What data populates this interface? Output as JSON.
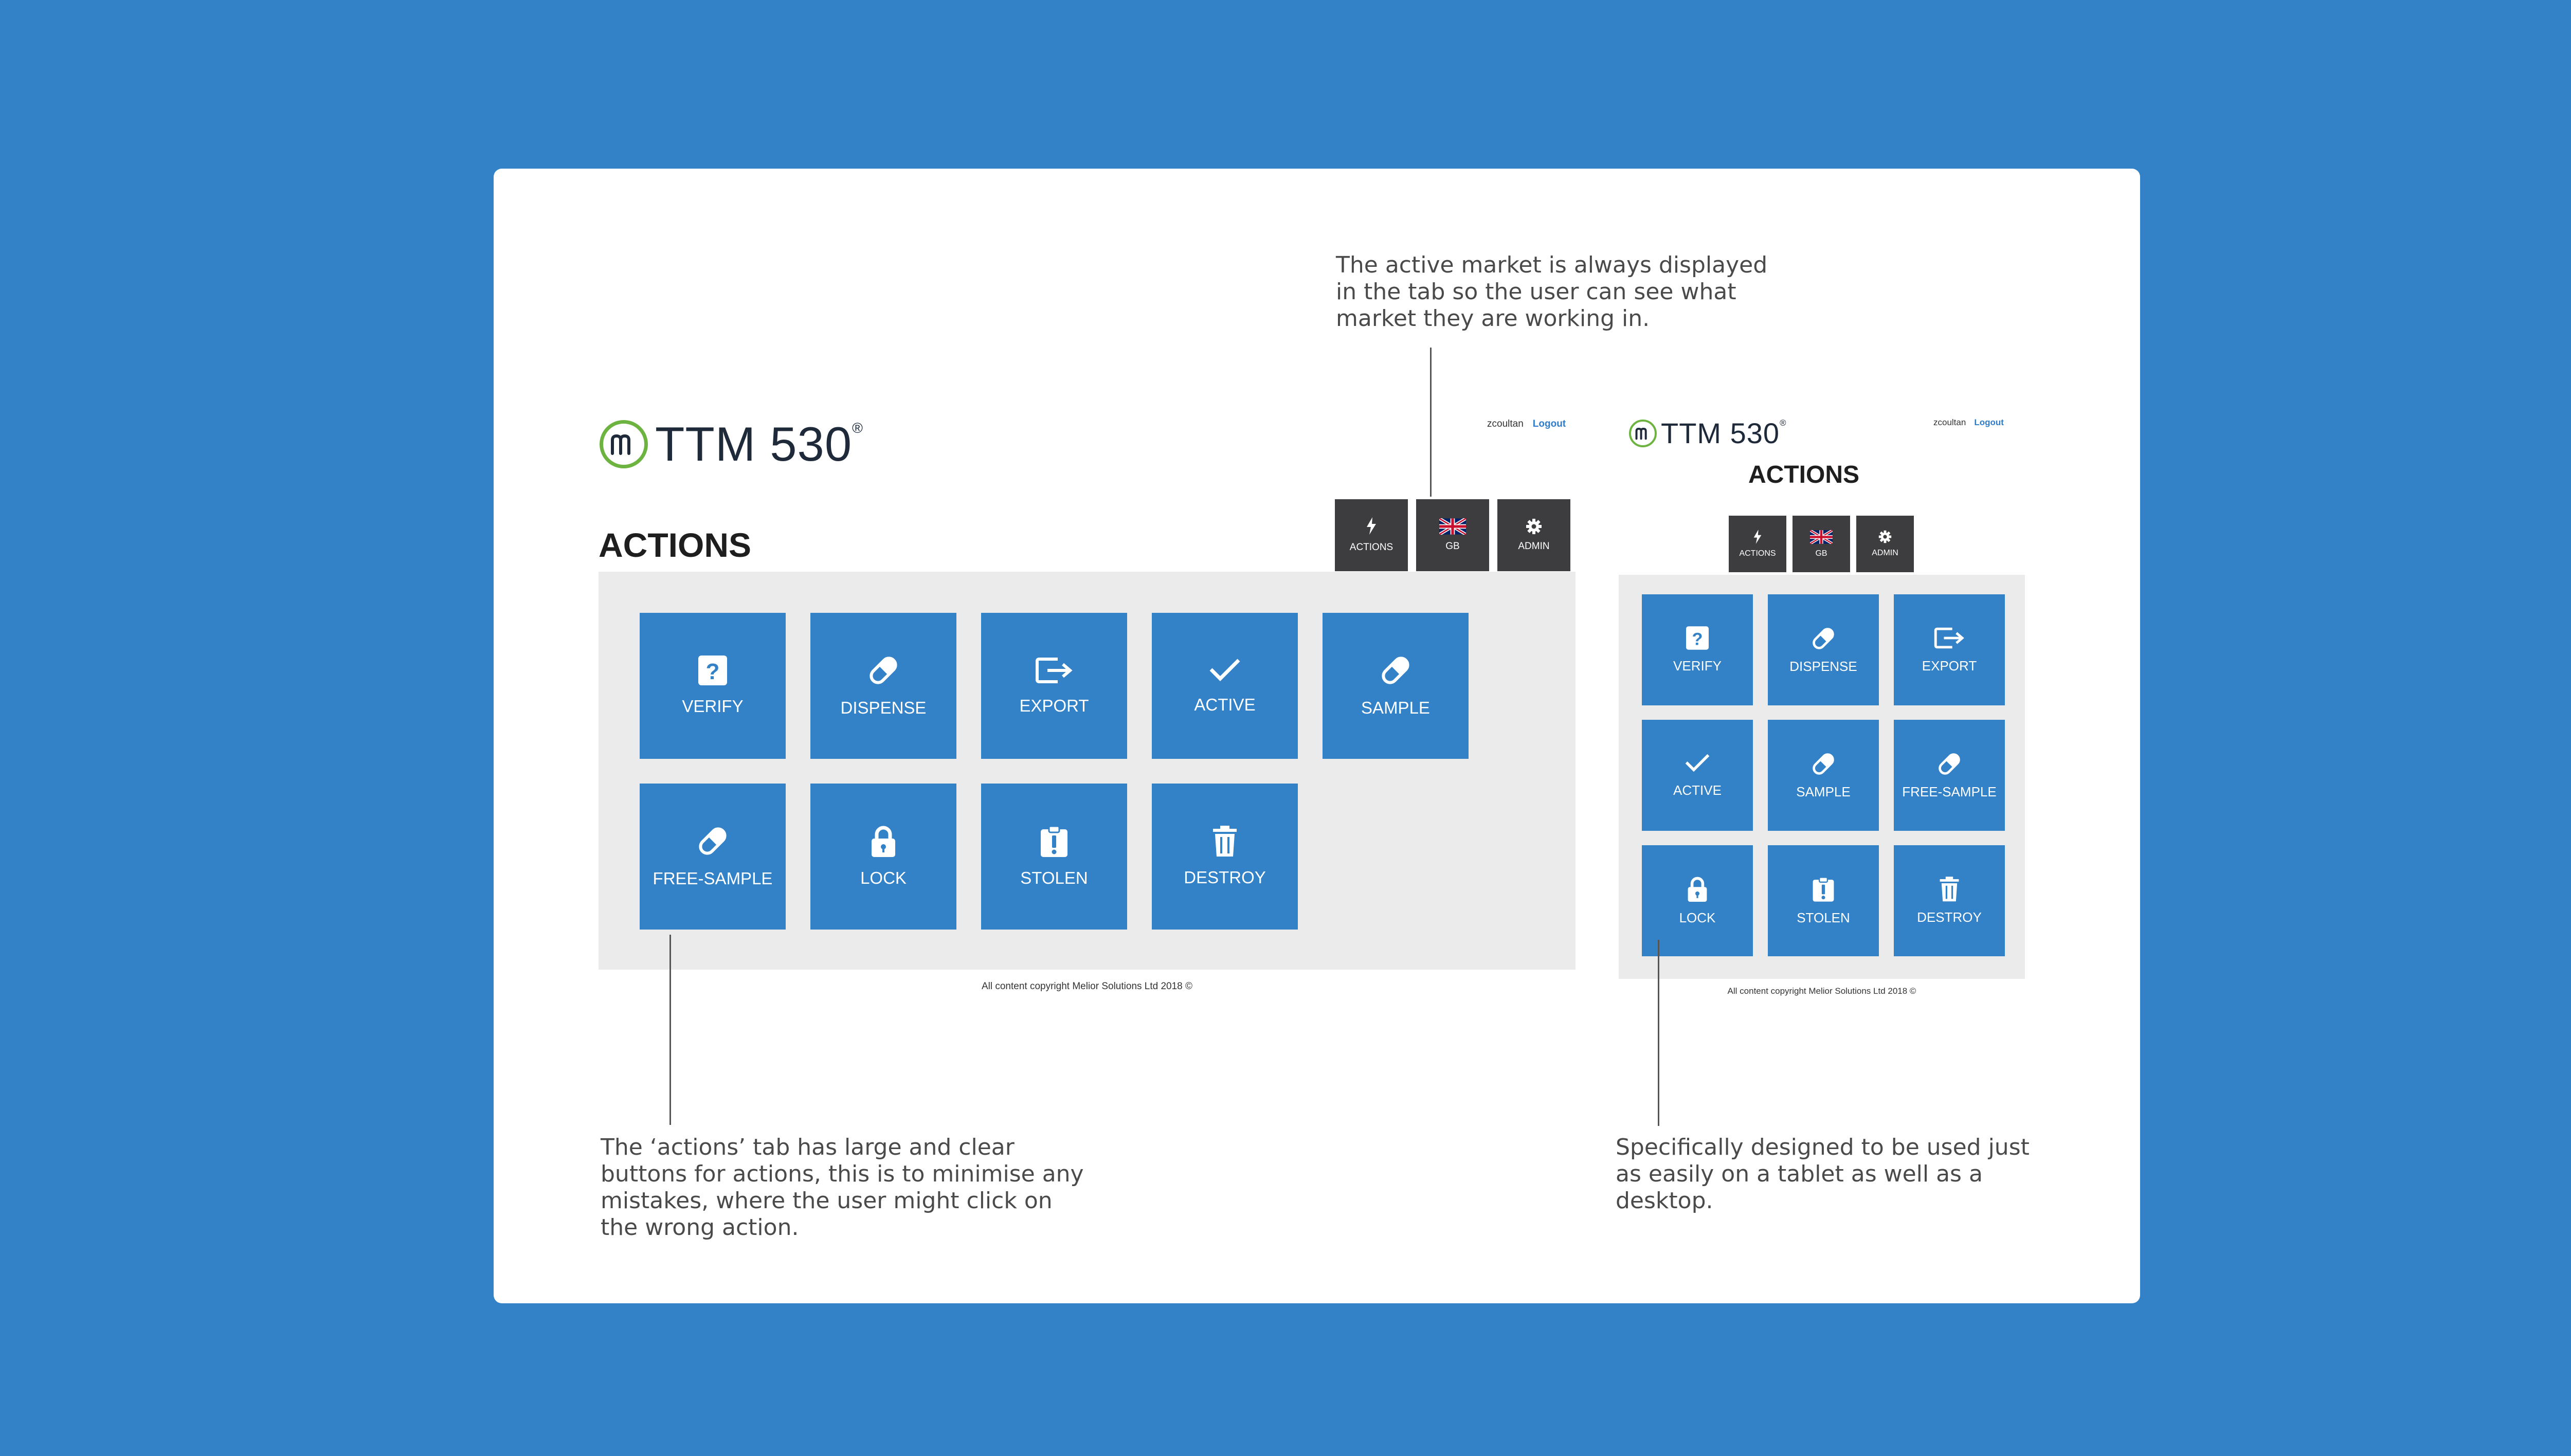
{
  "desktop": {
    "logo_text": "TTM 530",
    "logo_reg": "®",
    "username": "zcoultan",
    "logout_label": "Logout",
    "heading": "ACTIONS",
    "tabs": [
      {
        "label": "ACTIONS",
        "icon": "bolt-icon"
      },
      {
        "label": "GB",
        "icon": "uk-flag-icon"
      },
      {
        "label": "ADMIN",
        "icon": "gear-icon"
      }
    ],
    "actions": [
      {
        "label": "VERIFY",
        "icon": "question-icon"
      },
      {
        "label": "DISPENSE",
        "icon": "pill-icon"
      },
      {
        "label": "EXPORT",
        "icon": "export-icon"
      },
      {
        "label": "ACTIVE",
        "icon": "check-icon"
      },
      {
        "label": "SAMPLE",
        "icon": "pill-icon"
      },
      {
        "label": "FREE-SAMPLE",
        "icon": "pill-icon"
      },
      {
        "label": "LOCK",
        "icon": "lock-icon"
      },
      {
        "label": "STOLEN",
        "icon": "alert-clipboard-icon"
      },
      {
        "label": "DESTROY",
        "icon": "trash-icon"
      }
    ],
    "footer": "All content copyright Melior Solutions Ltd 2018 ©"
  },
  "tablet": {
    "logo_text": "TTM 530",
    "logo_reg": "®",
    "username": "zcoultan",
    "logout_label": "Logout",
    "heading": "ACTIONS",
    "tabs": [
      {
        "label": "ACTIONS",
        "icon": "bolt-icon"
      },
      {
        "label": "GB",
        "icon": "uk-flag-icon"
      },
      {
        "label": "ADMIN",
        "icon": "gear-icon"
      }
    ],
    "actions": [
      {
        "label": "VERIFY",
        "icon": "question-icon"
      },
      {
        "label": "DISPENSE",
        "icon": "pill-icon"
      },
      {
        "label": "EXPORT",
        "icon": "export-icon"
      },
      {
        "label": "ACTIVE",
        "icon": "check-icon"
      },
      {
        "label": "SAMPLE",
        "icon": "pill-icon"
      },
      {
        "label": "FREE-SAMPLE",
        "icon": "pill-icon"
      },
      {
        "label": "LOCK",
        "icon": "lock-icon"
      },
      {
        "label": "STOLEN",
        "icon": "alert-clipboard-icon"
      },
      {
        "label": "DESTROY",
        "icon": "trash-icon"
      }
    ],
    "footer": "All content copyright Melior Solutions Ltd 2018 ©"
  },
  "annotations": {
    "market": "The active market is always displayed in the tab so the user can see what market they are working in.",
    "actions_tab": "The ‘actions’ tab has large and clear buttons for actions, this is to minimise any mistakes, where the user might click on the wrong action.",
    "tablet": "Specifically designed to be used just as easily on a tablet as well as a desktop."
  },
  "colors": {
    "background": "#3381c6",
    "tile": "#3381c6",
    "tab": "#3d3d3f",
    "panel": "#ebebeb",
    "logo_ring": "#6cb43f",
    "logout": "#2f7cc9"
  }
}
